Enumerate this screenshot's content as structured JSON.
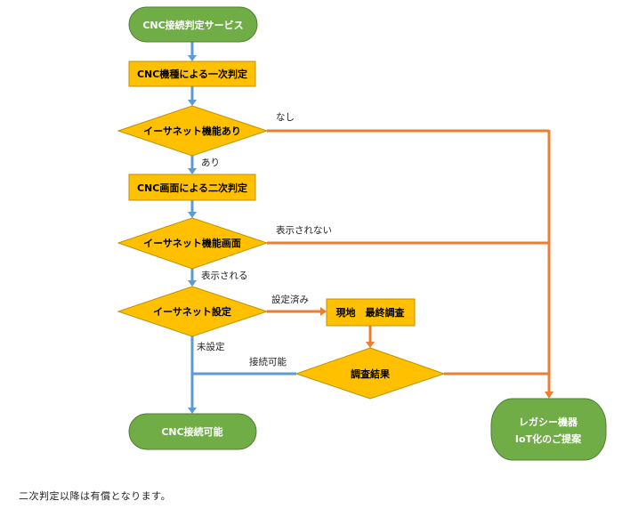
{
  "colors": {
    "process_fill": "#FFC000",
    "process_stroke": "#BF9000",
    "terminal_fill": "#70AD47",
    "terminal_stroke": "#507E32",
    "yes_path": "#5B9BD5",
    "no_path": "#ED7D31",
    "process_text": "#000000",
    "terminal_text": "#FFFFFF"
  },
  "nodes": {
    "start": "CNC接続判定サービス",
    "first_check": "CNC機種による一次判定",
    "decision_ethernet": "イーサネット機能あり",
    "second_check": "CNC画面による二次判定",
    "decision_screen": "イーサネット機能画面",
    "decision_setting": "イーサネット設定",
    "onsite_survey": "現地　最終調査",
    "decision_result": "調査結果",
    "end_connectable": "CNC接続可能",
    "legacy_line1": "レガシー機器",
    "legacy_line2": "IoT化のご提案"
  },
  "edge_labels": {
    "no_ethernet": "なし",
    "has_ethernet": "あり",
    "not_displayed": "表示されない",
    "displayed": "表示される",
    "configured": "設定済み",
    "not_configured": "未設定",
    "connectable": "接続可能"
  },
  "footnote": "二次判定以降は有償となります。"
}
